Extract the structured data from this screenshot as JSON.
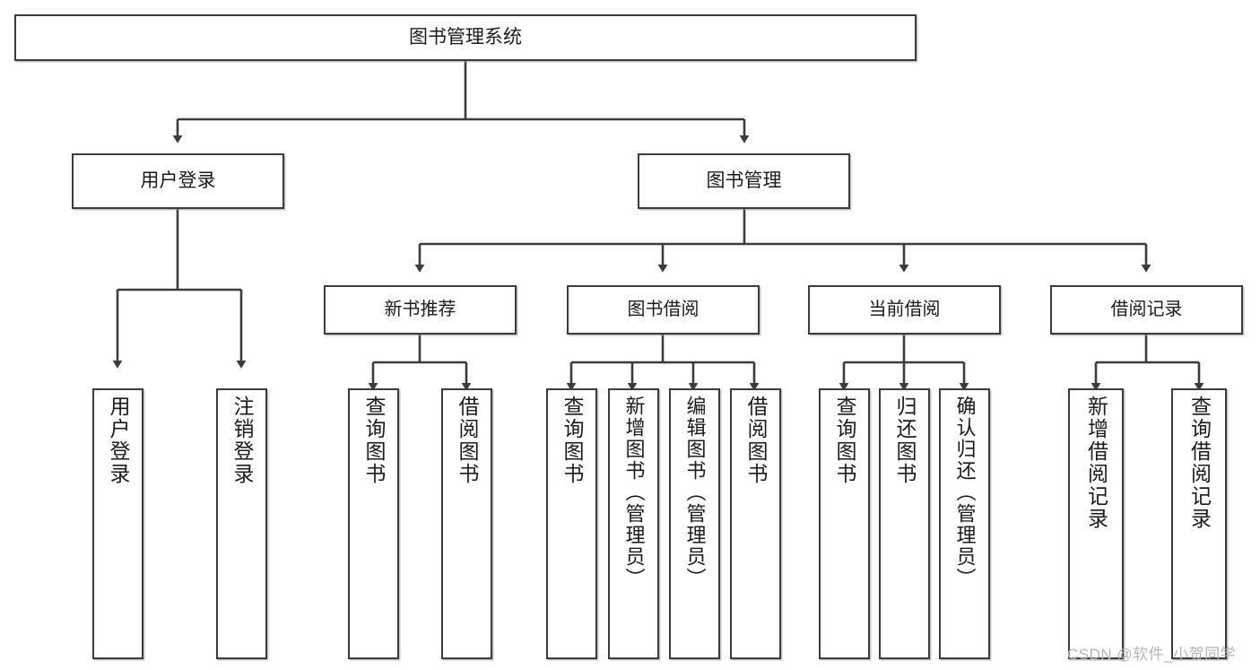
{
  "diagram": {
    "title": "图书管理系统",
    "type": "tree-hierarchy",
    "orientation": "top-down",
    "colors": {
      "box_border": "#3b3b3b",
      "box_fill": "#ffffff",
      "connector": "#3b3b3b",
      "text": "#1b1b1b",
      "watermark": "#b4b4b4",
      "background": "#ffffff"
    }
  },
  "root": {
    "label": "图书管理系统"
  },
  "level1": [
    {
      "label": "用户登录"
    },
    {
      "label": "图书管理"
    }
  ],
  "level2": [
    {
      "label": "新书推荐"
    },
    {
      "label": "图书借阅"
    },
    {
      "label": "当前借阅"
    },
    {
      "label": "借阅记录"
    }
  ],
  "leaves": {
    "user_login": [
      {
        "label": "用户登录"
      },
      {
        "label": "注销登录"
      }
    ],
    "new_book_recommend": [
      {
        "label": "查询图书"
      },
      {
        "label": "借阅图书"
      }
    ],
    "book_borrow": [
      {
        "label": "查询图书"
      },
      {
        "label": "新增图书（管理员）"
      },
      {
        "label": "编辑图书（管理员）"
      },
      {
        "label": "借阅图书"
      }
    ],
    "current_borrow": [
      {
        "label": "查询图书"
      },
      {
        "label": "归还图书"
      },
      {
        "label": "确认归还（管理员）"
      }
    ],
    "borrow_records": [
      {
        "label": "新增借阅记录"
      },
      {
        "label": "查询借阅记录"
      }
    ]
  },
  "watermark": {
    "text": "CSDN @软件_小贺同学"
  }
}
